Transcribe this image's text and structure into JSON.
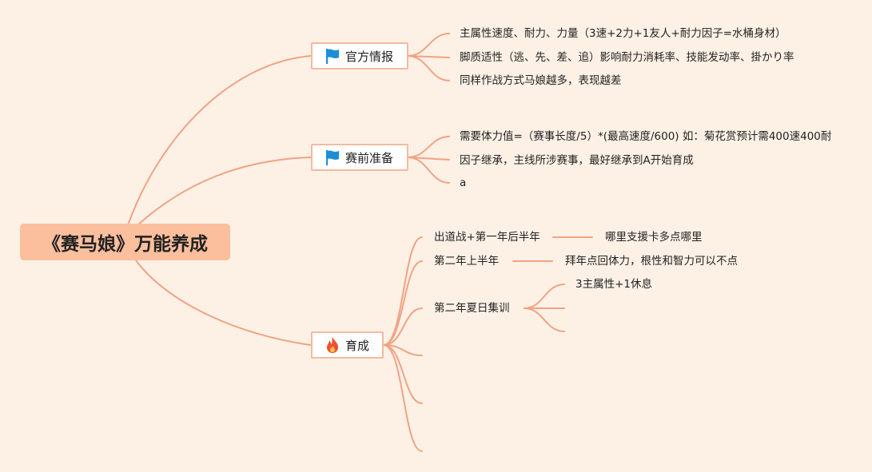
{
  "root": {
    "title": "《赛马娘》万能养成"
  },
  "branches": {
    "official": {
      "label": "官方情报",
      "icon": "blue-flag-icon",
      "items": [
        "主属性速度、耐力、力量（3速+2力+1友人+耐力因子=水桶身材）",
        "脚质适性（逃、先、差、追）影响耐力消耗率、技能发动率、掛かり率",
        "同样作战方式马娘越多，表现越差"
      ]
    },
    "prep": {
      "label": "赛前准备",
      "icon": "blue-flag-icon",
      "items": [
        "需要体力值=（赛事长度/5）*(最高速度/600) 如：菊花赏预计需400速400耐",
        "因子继承，主线所涉赛事，最好继承到A开始育成",
        "a"
      ]
    },
    "train": {
      "label": "育成",
      "icon": "fire-icon",
      "items": [
        {
          "label": "出道战+第一年后半年",
          "child": "哪里支援卡多点哪里"
        },
        {
          "label": "第二年上半年",
          "child": "拜年点回体力，根性和智力可以不点"
        },
        {
          "label": "第二年夏日集训",
          "child": "3主属性+1休息"
        }
      ]
    }
  },
  "colors": {
    "background": "#fdf1e6",
    "root_fill": "#fcbf9d",
    "connector": "#f2a283",
    "branch_border": "#f6b99e",
    "flag": "#1a8fd8",
    "fire": "#f0502f"
  }
}
